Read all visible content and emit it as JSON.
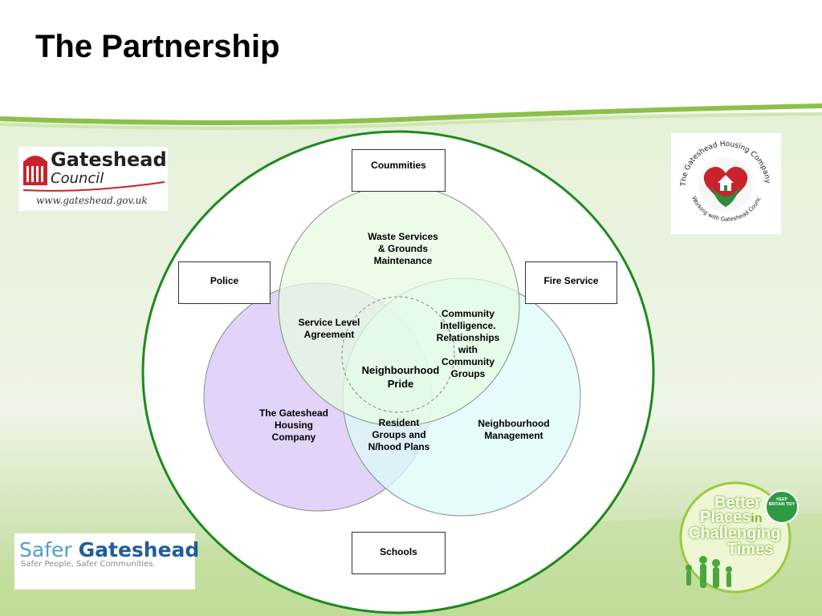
{
  "slide": {
    "title": "The Partnership"
  },
  "diagram": {
    "outer_boxes": {
      "top": "Coummities",
      "left": "Police",
      "right": "Fire Service",
      "bottom": "Schools"
    },
    "circles": {
      "top": "Waste Services\n& Grounds\nMaintenance",
      "left": "The Gateshead\nHousing\nCompany",
      "right": "Neighbourhood\nManagement"
    },
    "overlaps": {
      "top_left": "Service Level\nAgreement",
      "top_right": "Community\nIntelligence.\nRelationships\nwith\nCommunity\nGroups",
      "left_right": "Resident\nGroups  and\nN/hood Plans",
      "center": "Neighbourhood\nPride"
    },
    "colors": {
      "outer_ring": "#1e8a1e",
      "circle_top": "#e9fbe6",
      "circle_left": "#dccdf7",
      "circle_right": "#dcfbf8",
      "circle_stroke": "#8a8a8a"
    }
  },
  "logos": {
    "gateshead_council": {
      "name": "Gateshead",
      "sub": "Council",
      "url": "www.gateshead.gov.uk"
    },
    "housing_company": {
      "ring_top": "The Gateshead Housing Company",
      "ring_bottom": "Working with Gateshead Council"
    },
    "safer_gateshead": {
      "word1": "Safer",
      "word2": "Gateshead",
      "tagline": "Safer People, Safer Communities."
    },
    "better_places": {
      "line1": "Better",
      "line2": "Places",
      "line2b": "in",
      "line3": "Challenging",
      "line4": "Times",
      "badge": "KEEP BRITAIN TIDY"
    }
  }
}
